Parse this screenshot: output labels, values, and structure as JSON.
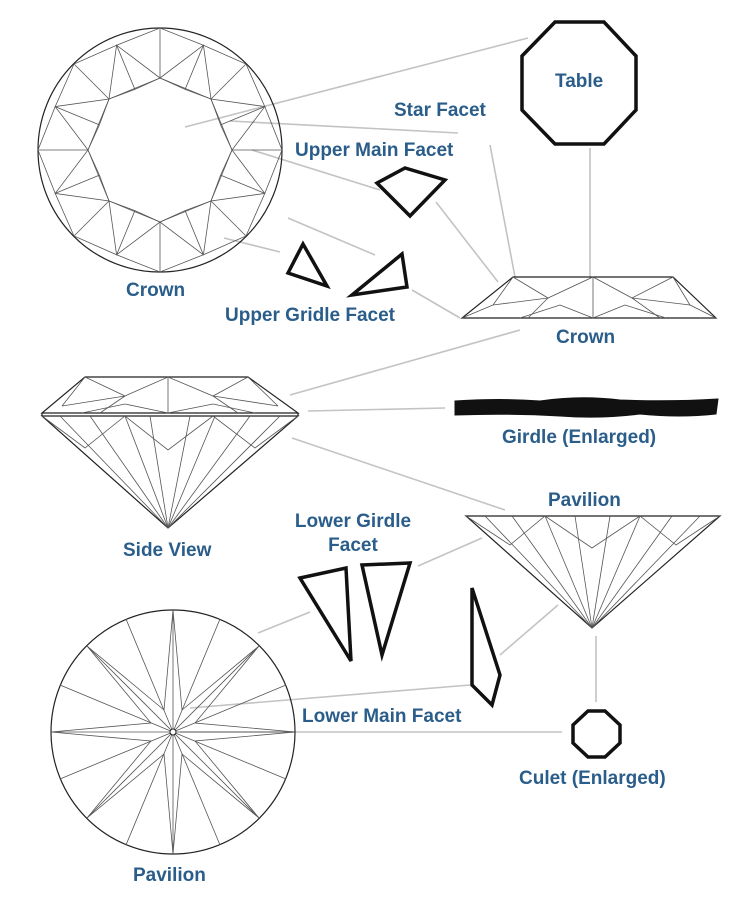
{
  "labels": {
    "table": "Table",
    "star_facet": "Star Facet",
    "upper_main_facet": "Upper Main Facet",
    "crown_top": "Crown",
    "upper_girdle_facet": "Upper Gridle Facet",
    "crown_side": "Crown",
    "girdle_enlarged": "Girdle (Enlarged)",
    "pavilion_side": "Pavilion",
    "side_view": "Side View",
    "lower_girdle_facet_line1": "Lower Girdle",
    "lower_girdle_facet_line2": "Facet",
    "lower_main_facet": "Lower Main Facet",
    "culet_enlarged": "Culet (Enlarged)",
    "pavilion_bottom": "Pavilion"
  },
  "colors": {
    "label": "#2a5d8a",
    "leader_line": "#c3c3c3",
    "outline": "#222222",
    "facet_shape": "#111111"
  }
}
